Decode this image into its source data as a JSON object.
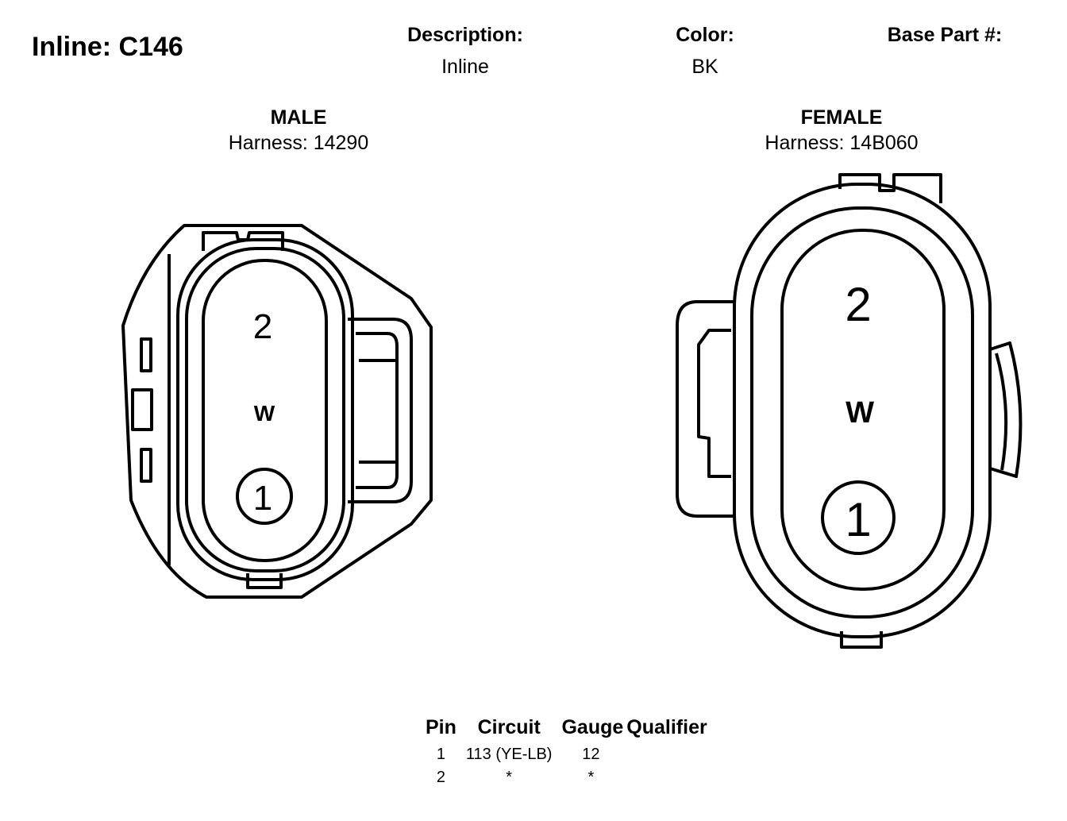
{
  "header": {
    "title": "Inline: C146",
    "description_label": "Description:",
    "description_value": "Inline",
    "color_label": "Color:",
    "color_value": "BK",
    "base_part_label": "Base Part #:"
  },
  "male": {
    "label": "MALE",
    "harness": "Harness: 14290",
    "pin_top": "2",
    "mark": "W",
    "pin_bottom": "1"
  },
  "female": {
    "label": "FEMALE",
    "harness": "Harness: 14B060",
    "pin_top": "2",
    "mark": "W",
    "pin_bottom": "1"
  },
  "pin_table": {
    "columns": [
      "Pin",
      "Circuit",
      "Gauge",
      "Qualifier"
    ],
    "rows": [
      {
        "pin": "1",
        "circuit": "113 (YE-LB)",
        "gauge": "12",
        "qualifier": ""
      },
      {
        "pin": "2",
        "circuit": "*",
        "gauge": "*",
        "qualifier": ""
      }
    ]
  }
}
